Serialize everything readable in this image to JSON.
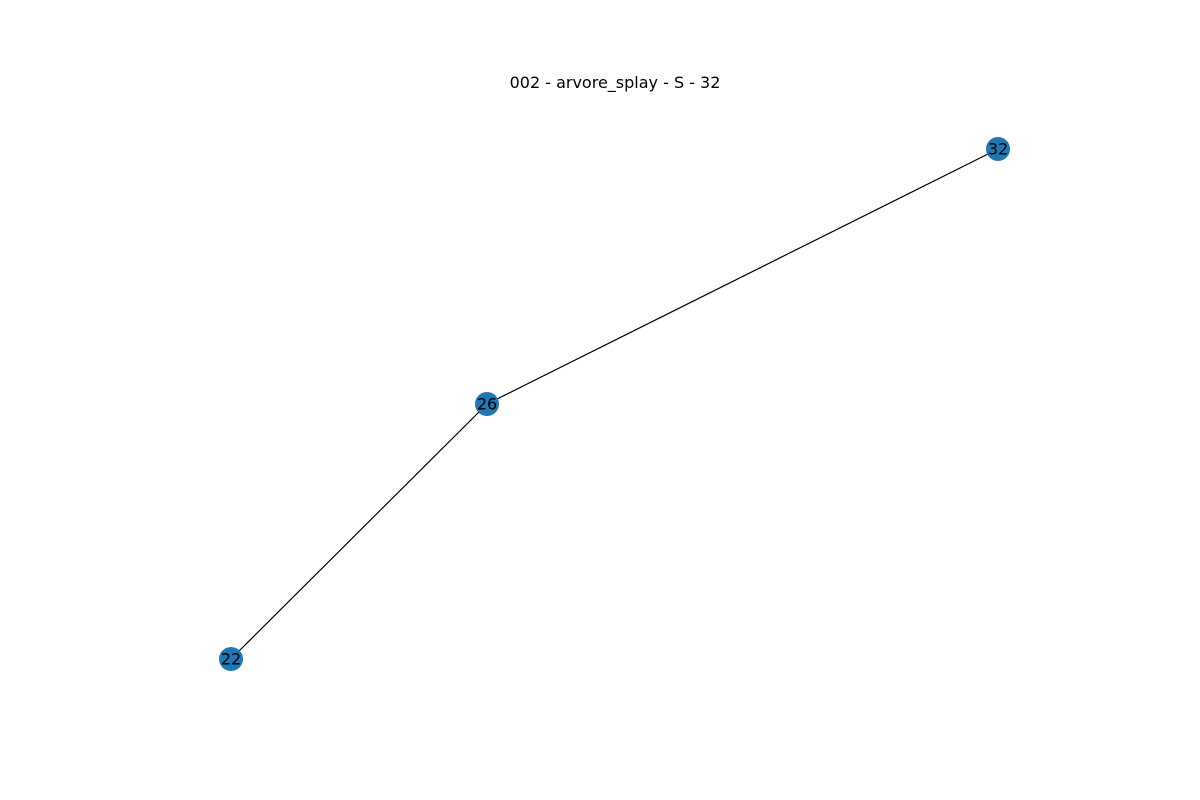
{
  "title": "002 - arvore_splay - S - 32",
  "graph": {
    "nodes": [
      {
        "id": "n32",
        "label": "32"
      },
      {
        "id": "n26",
        "label": "26"
      },
      {
        "id": "n22",
        "label": "22"
      }
    ],
    "edges": [
      {
        "from": "n32",
        "to": "n26"
      },
      {
        "from": "n26",
        "to": "n22"
      }
    ]
  },
  "colors": {
    "node_fill": "#1f77b4",
    "edge": "#000000",
    "label": "#000000",
    "background": "#ffffff"
  }
}
